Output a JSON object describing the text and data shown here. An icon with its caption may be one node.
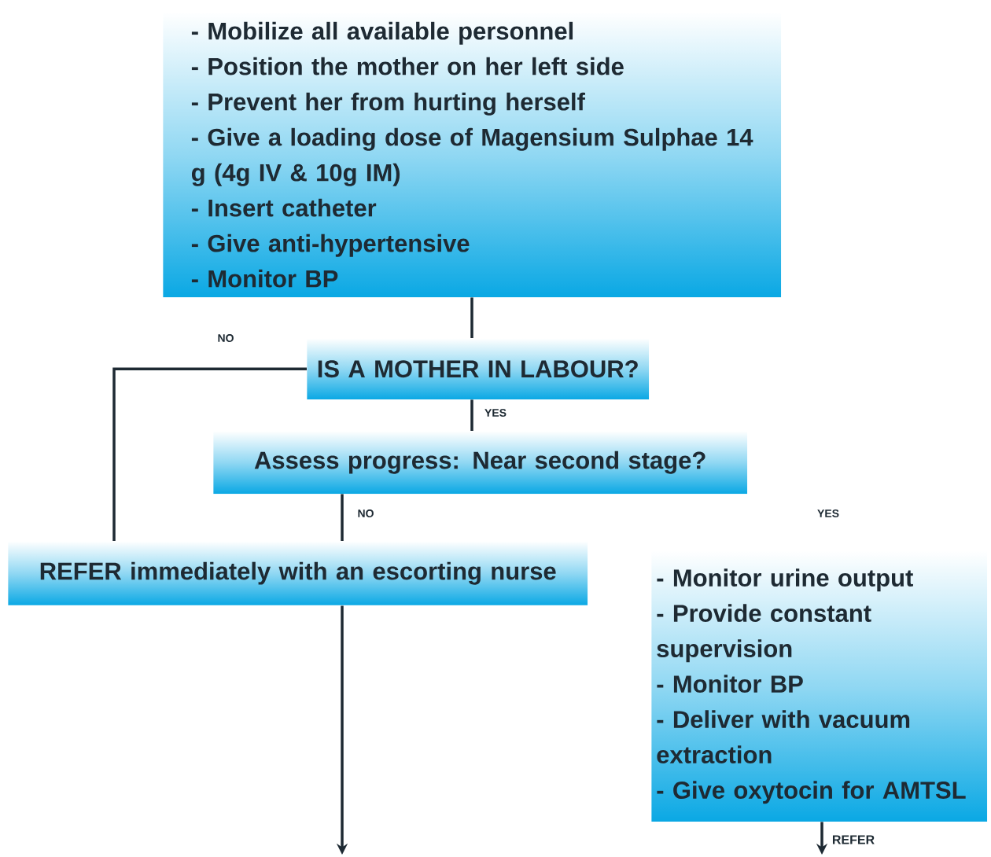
{
  "diagram": {
    "nodes": [
      {
        "text": [
          "- Mobilize all available personnel",
          "- Position the mother on her left side",
          "- Prevent her from hurting herself",
          "- Give a loading dose of Magensium Sulphae 14 g (4g IV & 10g IM)",
          "- Insert catheter",
          "- Give anti-hypertensive",
          "- Monitor BP"
        ]
      },
      {
        "text": [
          "IS A MOTHER IN LABOUR?"
        ]
      },
      {
        "text": [
          "Assess progress: Near second stage?"
        ]
      },
      {
        "text": [
          "REFER immediately with an escorting nurse"
        ]
      },
      {
        "text": [
          "- Monitor urine output",
          "- Provide constant supervision",
          "- Monitor BP",
          "- Deliver with vacuum extraction",
          "- Give oxytocin for AMTSL"
        ]
      }
    ],
    "edges": [
      {
        "from": 0,
        "to": 1,
        "arrow": "none"
      },
      {
        "from": 1,
        "to": 3,
        "arrow": "none",
        "label": "NO"
      },
      {
        "from": 1,
        "to": 2,
        "arrow": "none",
        "label": "YES"
      },
      {
        "from": 2,
        "to": 3,
        "arrow": "none",
        "label": "NO"
      },
      {
        "from": 3,
        "to": null,
        "arrow": "to"
      },
      {
        "from": 4,
        "to": null,
        "arrow": "to",
        "label": "REFER"
      }
    ],
    "labels": [
      "YES"
    ]
  }
}
